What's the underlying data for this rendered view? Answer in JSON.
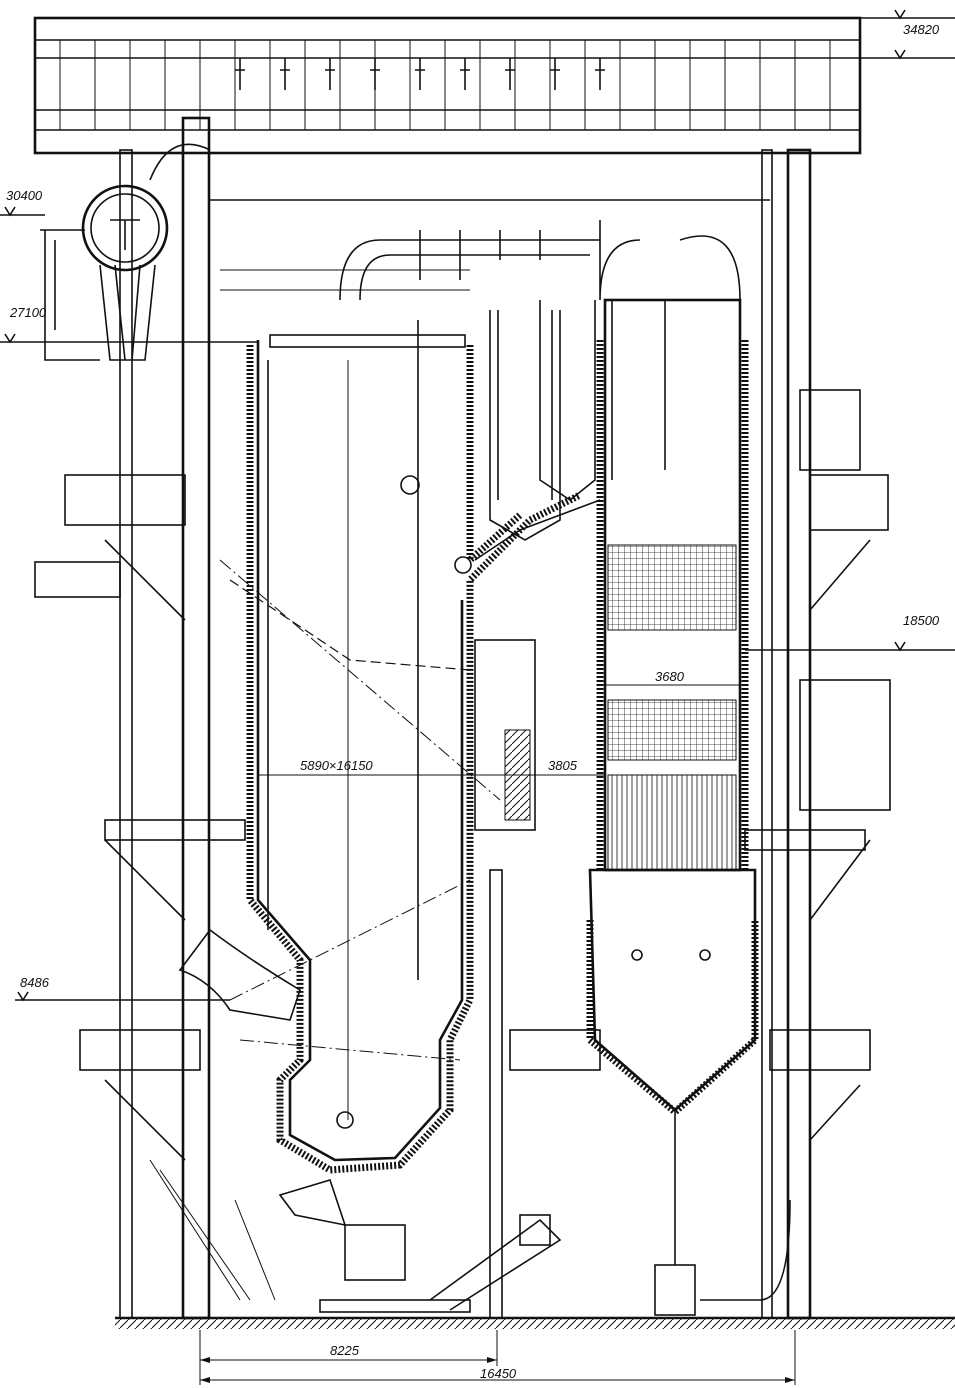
{
  "elevations": {
    "top": "34820",
    "drum": "30400",
    "furnace_roof": "27100",
    "mid": "18500",
    "burners": "8486"
  },
  "dimensions": {
    "furnace_section": "5890×16150",
    "gas_duct": "3805",
    "conv_shaft": "3680",
    "half_span": "8225",
    "full_span": "16450"
  }
}
